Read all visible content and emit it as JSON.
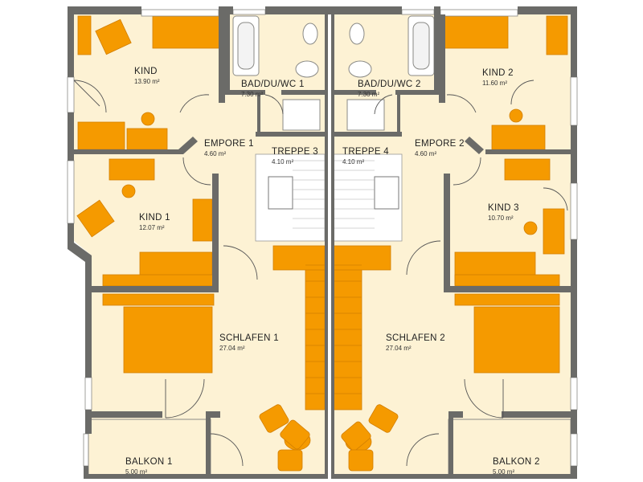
{
  "rooms": {
    "kind": {
      "name": "KIND",
      "area": "13.90 m²"
    },
    "bad1": {
      "name": "BAD/DU/WC 1",
      "area": "7.30 m²"
    },
    "bad2": {
      "name": "BAD/DU/WC 2",
      "area": "7.30 m²"
    },
    "kind2": {
      "name": "KIND 2",
      "area": "11.60 m²"
    },
    "empore1": {
      "name": "EMPORE 1",
      "area": "4.60 m²"
    },
    "treppe3": {
      "name": "TREPPE 3",
      "area": "4.10 m²"
    },
    "treppe4": {
      "name": "TREPPE 4",
      "area": "4.10 m²"
    },
    "empore2": {
      "name": "EMPORE 2",
      "area": "4.60 m²"
    },
    "kind1": {
      "name": "KIND 1",
      "area": "12.07 m²"
    },
    "kind3": {
      "name": "KIND 3",
      "area": "10.70 m²"
    },
    "schlafen1": {
      "name": "SCHLAFEN 1",
      "area": "27.04 m²"
    },
    "schlafen2": {
      "name": "SCHLAFEN 2",
      "area": "27.04 m²"
    },
    "balkon1": {
      "name": "BALKON 1",
      "area": "5.00 m²"
    },
    "balkon2": {
      "name": "BALKON 2",
      "area": "5.00 m²"
    }
  },
  "colors": {
    "floor": "#fdf2d4",
    "wall": "#6b6b68",
    "furniture": "#f59a00",
    "furniture_light": "#f7b23b",
    "fixture": "#ffffff"
  }
}
